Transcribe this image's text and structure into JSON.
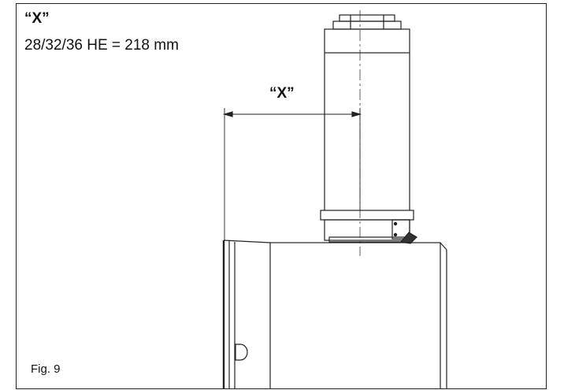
{
  "header": {
    "x_label": "“X”",
    "dimension_text": "28/32/36 HE = 218 mm"
  },
  "drawing": {
    "dimension_label": "“X”"
  },
  "figure": {
    "label": "Fig. 9"
  }
}
